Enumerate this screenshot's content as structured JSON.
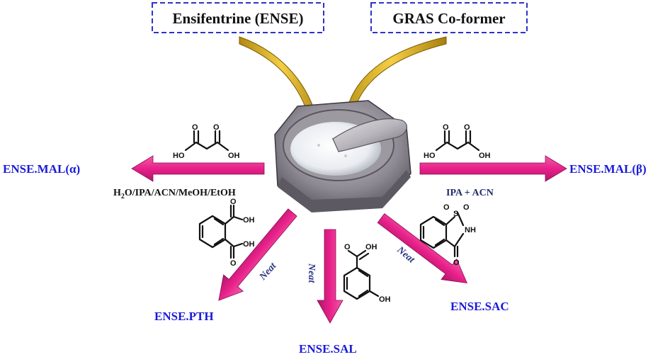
{
  "inputs": {
    "ense": "Ensifentrine (ENSE)",
    "coformer": "GRAS Co-former"
  },
  "products": {
    "mal_alpha": "ENSE.MAL(α)",
    "mal_beta": "ENSE.MAL(β)",
    "pth": "ENSE.PTH",
    "sal": "ENSE.SAL",
    "sac": "ENSE.SAC"
  },
  "conditions": {
    "mal_alpha": {
      "h": "H",
      "sub": "2",
      "rest": "O/IPA/ACN/MeOH/EtOH"
    },
    "mal_beta": "IPA + ACN",
    "pth": "Neat",
    "sal": "Neat",
    "sac": "Neat"
  },
  "structures": {
    "malonic_ho": "HO",
    "malonic_oh": "OH",
    "oxygen": "O",
    "phthalic_oh1": "OH",
    "phthalic_oh2": "OH",
    "salicylic_oh1": "OH",
    "salicylic_oh2": "OH",
    "saccharin_s": "S",
    "saccharin_nh": "NH"
  },
  "colors": {
    "arrow": "#e8218a",
    "arrow_dark": "#b0166a",
    "product_text": "#1a1ad8",
    "box_border": "#2b33c8",
    "curve_arrow": "#e9b830"
  }
}
